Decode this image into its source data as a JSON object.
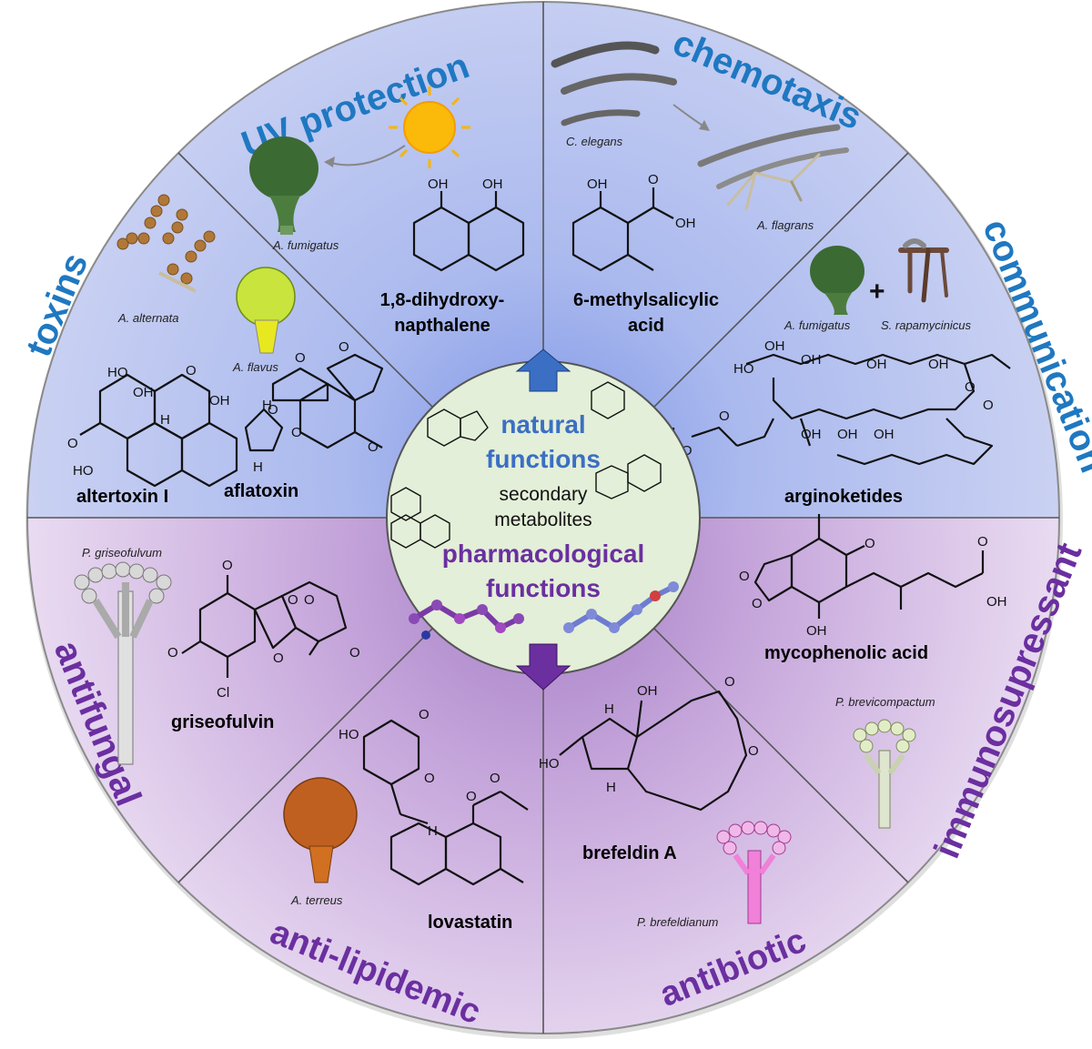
{
  "categories": {
    "uv_protection": "UV protection",
    "chemotaxis": "chemotaxis",
    "toxins": "toxins",
    "communication": "communication",
    "antifungal": "antifungal",
    "anti_lipidemic": "anti-lipidemic",
    "antibiotic": "antibiotic",
    "immunosupressant": "immunosupressant"
  },
  "compounds": {
    "dhn_line1": "1,8-dihydroxy-",
    "dhn_line2": "napthalene",
    "msa_line1": "6-methylsalicylic",
    "msa_line2": "acid",
    "altertoxin": "altertoxin I",
    "aflatoxin": "aflatoxin",
    "arginoketides": "arginoketides",
    "griseofulvin": "griseofulvin",
    "lovastatin": "lovastatin",
    "brefeldin": "brefeldin A",
    "mycophenolic": "mycophenolic acid"
  },
  "organisms": {
    "a_fumigatus_uv": "A. fumigatus",
    "c_elegans": "C. elegans",
    "a_flagrans": "A. flagrans",
    "a_alternata": "A. alternata",
    "a_flavus": "A. flavus",
    "a_fumigatus_comm": "A. fumigatus",
    "s_rapamycinicus": "S. rapamycinicus",
    "p_griseofulvum": "P. griseofulvum",
    "a_terreus": "A. terreus",
    "p_brefeldianum": "P. brefeldianum",
    "p_brevicompactum": "P. brevicompactum"
  },
  "center": {
    "natural": "natural",
    "functions_1": "functions",
    "secondary": "secondary",
    "metabolites": "metabolites",
    "pharmacological": "pharmacological",
    "functions_2": "functions"
  },
  "atoms": {
    "oh": "OH",
    "ho": "HO",
    "o": "O",
    "h": "H",
    "cl": "Cl",
    "plus": "+"
  },
  "colors": {
    "blue_label": "#1f78c1",
    "purple_label": "#6b2fa0",
    "top_half": "#c5ccef",
    "bottom_half": "#d6bfe4",
    "center_disc": "#e3efd8",
    "arrow_up": "#3b6fc4",
    "arrow_down": "#6b2fa0"
  }
}
